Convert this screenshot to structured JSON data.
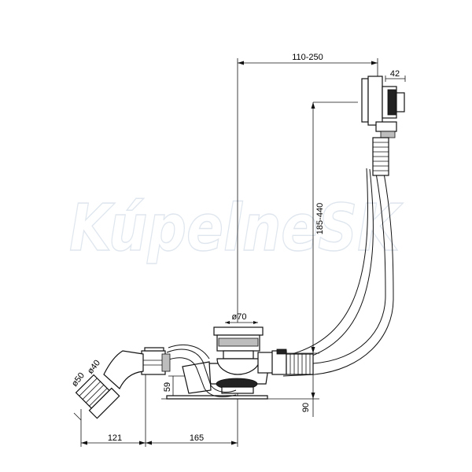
{
  "watermark": "KúpelneSK",
  "dimensions": {
    "top_offset": "110-250",
    "overflow_diameter": "42",
    "overflow_height": "185-440",
    "drain_diameter": "ø70",
    "drain_height": "59",
    "floor_height": "90",
    "elbow_d40": "ø40",
    "elbow_d50": "ø50",
    "dist_121": "121",
    "dist_165": "165"
  }
}
